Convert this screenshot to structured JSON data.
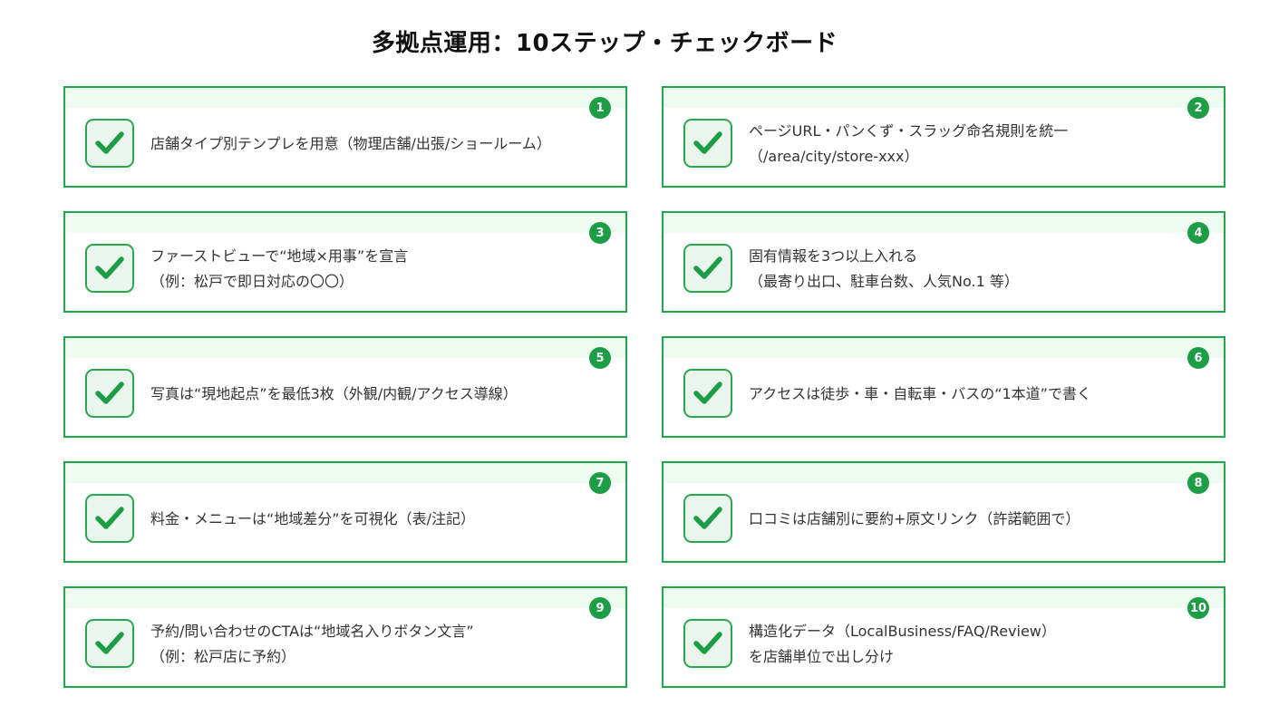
{
  "title": "多拠点運用：10ステップ・チェックボード",
  "colors": {
    "accent": "#22a84a",
    "band": "#edfbf0",
    "badge": "#1d9e46"
  },
  "items": [
    {
      "number": "1",
      "line1": "店舗タイプ別テンプレを用意（物理店舗/出張/ショールーム）",
      "line2": "",
      "checked": true
    },
    {
      "number": "2",
      "line1": "ページURL・パンくず・スラッグ命名規則を統一",
      "line2": "（/area/city/store-xxx）",
      "checked": true
    },
    {
      "number": "3",
      "line1": "ファーストビューで“地域×用事”を宣言",
      "line2": "（例：松戸で即日対応の〇〇）",
      "checked": true
    },
    {
      "number": "4",
      "line1": "固有情報を3つ以上入れる",
      "line2": "（最寄り出口、駐車台数、人気No.1 等）",
      "checked": true
    },
    {
      "number": "5",
      "line1": "写真は“現地起点”を最低3枚（外観/内観/アクセス導線）",
      "line2": "",
      "checked": true
    },
    {
      "number": "6",
      "line1": "アクセスは徒歩・車・自転車・バスの“1本道”で書く",
      "line2": "",
      "checked": true
    },
    {
      "number": "7",
      "line1": "料金・メニューは“地域差分”を可視化（表/注記）",
      "line2": "",
      "checked": true
    },
    {
      "number": "8",
      "line1": "口コミは店舗別に要約+原文リンク（許諾範囲で）",
      "line2": "",
      "checked": true
    },
    {
      "number": "9",
      "line1": "予約/問い合わせのCTAは“地域名入りボタン文言”",
      "line2": "（例：松戸店に予約）",
      "checked": true
    },
    {
      "number": "10",
      "line1": "構造化データ（LocalBusiness/FAQ/Review）",
      "line2": "を店舗単位で出し分け",
      "checked": true
    }
  ]
}
